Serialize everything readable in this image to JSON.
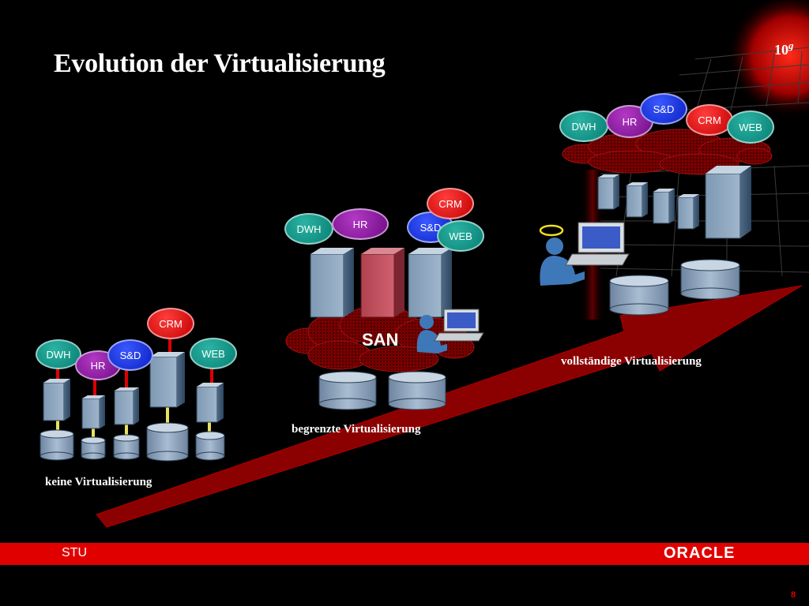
{
  "slide": {
    "title": "Evolution der Virtualisierung",
    "version_number": "10",
    "version_letter": "g",
    "page_number": "8",
    "footer_left": "STU",
    "footer_logo": "ORACLE"
  },
  "stages": {
    "none": {
      "caption": "keine Virtualisierung",
      "bubbles": [
        "DWH",
        "HR",
        "S&D",
        "CRM",
        "WEB"
      ]
    },
    "limited": {
      "caption": "begrenzte Virtualisierung",
      "bubbles": [
        "DWH",
        "HR",
        "S&D",
        "CRM",
        "WEB"
      ],
      "san_label": "SAN"
    },
    "full": {
      "caption": "vollständige Virtualisierung",
      "bubbles": [
        "DWH",
        "HR",
        "S&D",
        "CRM",
        "WEB"
      ]
    }
  },
  "colors": {
    "background": "#000000",
    "accent": "#e00000",
    "arrow": "#8b0000",
    "teal": "#077f73",
    "purple": "#6e0c84",
    "blue": "#0a1fc2",
    "red": "#c30000"
  }
}
